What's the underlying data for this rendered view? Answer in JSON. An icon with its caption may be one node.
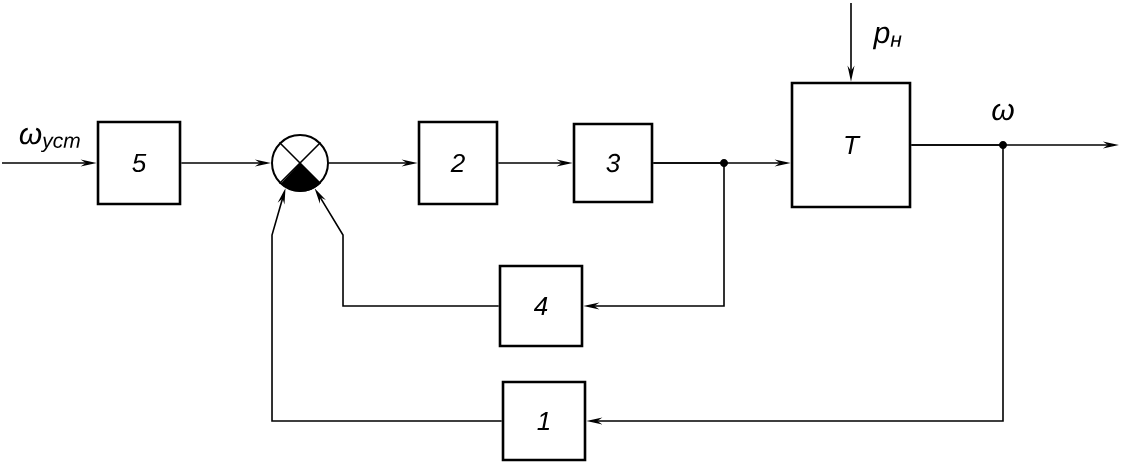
{
  "diagram": {
    "nodes": [
      {
        "text": [
          "5"
        ]
      },
      {
        "text": [],
        "shape": "circle"
      },
      {
        "text": [
          "2"
        ]
      },
      {
        "text": [
          "3"
        ]
      },
      {
        "text": [
          "Т"
        ]
      },
      {
        "text": [
          "4"
        ]
      },
      {
        "text": [
          "1"
        ]
      }
    ],
    "edges": [
      {
        "from": null,
        "to": 0,
        "arrow": "to",
        "label": "ω$_{уст}$"
      },
      {
        "from": 0,
        "to": 1,
        "arrow": "to"
      },
      {
        "from": 1,
        "to": 2,
        "arrow": "to"
      },
      {
        "from": 2,
        "to": 3,
        "arrow": "to"
      },
      {
        "from": 3,
        "to": 4,
        "arrow": "to"
      },
      {
        "from": 3,
        "to": 5,
        "arrow": "to"
      },
      {
        "from": null,
        "to": 4,
        "arrow": "to",
        "label": "p$_{н}$"
      },
      {
        "from": 4,
        "to": null,
        "arrow": "to",
        "label": "ω"
      },
      {
        "from": 4,
        "to": 6,
        "arrow": "to"
      },
      {
        "from": 5,
        "to": 1,
        "arrow": "to"
      },
      {
        "from": 6,
        "to": 1,
        "arrow": "to"
      }
    ]
  }
}
